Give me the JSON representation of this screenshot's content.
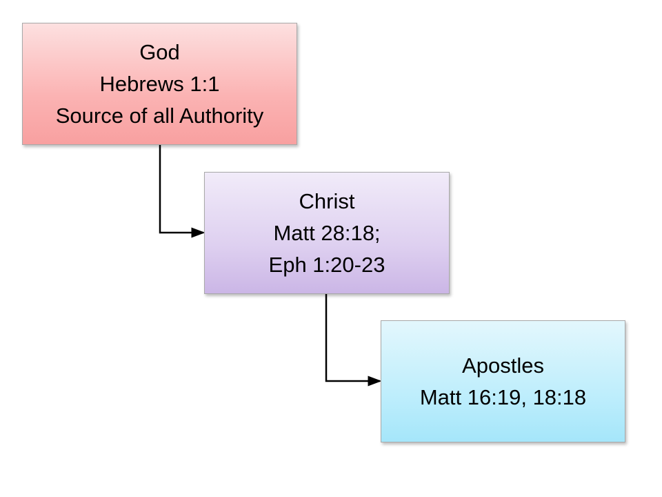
{
  "nodes": [
    {
      "lines": [
        "God",
        "Hebrews 1:1",
        "Source of all Authority"
      ]
    },
    {
      "lines": [
        "Christ",
        "Matt 28:18;",
        "Eph 1:20-23"
      ]
    },
    {
      "lines": [
        "Apostles",
        "Matt 16:19, 18:18"
      ]
    }
  ],
  "edges": [
    {
      "from": "God",
      "to": "Christ"
    },
    {
      "from": "Christ",
      "to": "Apostles"
    }
  ]
}
